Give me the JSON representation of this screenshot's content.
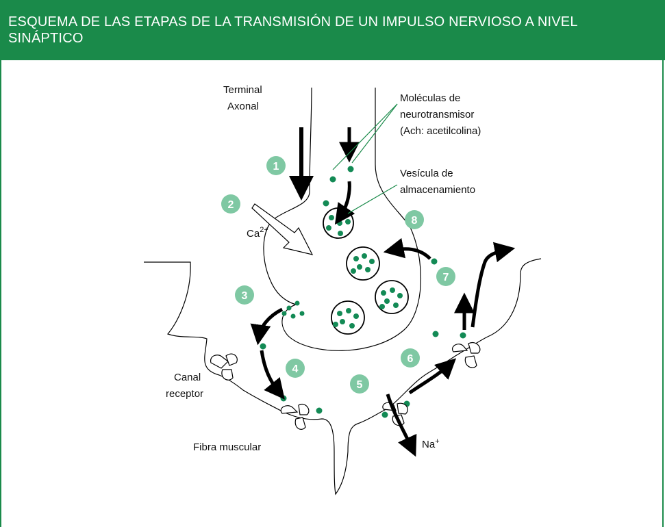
{
  "title": "ESQUEMA DE LAS ETAPAS DE LA TRANSMISIÓN DE UN IMPULSO NERVIOSO A NIVEL SINÁPTICO",
  "colors": {
    "brand": "#1a8a4a",
    "badge": "#7fc8a3",
    "dot": "#138a55"
  },
  "labels": {
    "terminal_line1": "Terminal",
    "terminal_line2": "Axonal",
    "molecules_line1": "Moléculas de",
    "molecules_line2": "neurotransmisor",
    "molecules_line3": "(Ach: acetilcolina)",
    "vesicle_line1": "Vesícula de",
    "vesicle_line2": "almacenamiento",
    "calcium": "Ca",
    "calcium_sup": "2+",
    "canal_line1": "Canal",
    "canal_line2": "receptor",
    "muscle": "Fibra muscular",
    "sodium": "Na",
    "sodium_sup": "+"
  },
  "steps": [
    "1",
    "2",
    "3",
    "4",
    "5",
    "6",
    "7",
    "8"
  ]
}
